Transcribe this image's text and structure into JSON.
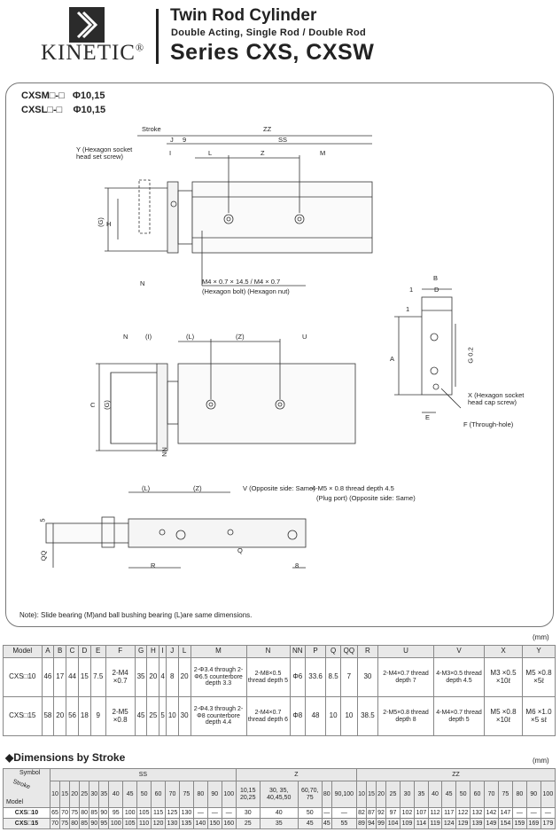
{
  "header": {
    "brand": "KINETIC",
    "registered": "®",
    "title": "Twin Rod Cylinder",
    "subtitle": "Double Acting, Single Rod / Double Rod",
    "series": "Series CXS, CXSW"
  },
  "models": [
    {
      "name": "CXSM□-□",
      "size": "Φ10,15"
    },
    {
      "name": "CXSL□-□",
      "size": "Φ10,15"
    }
  ],
  "drawing_labels": {
    "stroke": "Stroke",
    "zz": "ZZ",
    "ss": "SS",
    "j": "J",
    "nine": "9",
    "i": "I",
    "l": "L",
    "z": "Z",
    "m": "M",
    "hex_socket_set": "Y (Hexagon socket head set screw)",
    "g_paren": "(G)",
    "h": "H",
    "n": "N",
    "m4_note": "M4 × 0.7 × 14.5 / M4 × 0.7",
    "hex_bolt_nut": "(Hexagon bolt)   (Hexagon nut)",
    "b": "B",
    "d": "D",
    "one": "1",
    "a": "A",
    "go2": "G 0.2",
    "hex_cap": "X (Hexagon socket head cap screw)",
    "e": "E",
    "through": "F (Through-hole)",
    "n2": "N",
    "i_paren": "(I)",
    "l_paren": "(L)",
    "z_paren": "(Z)",
    "u": "U",
    "c": "C",
    "g_paren2": "(G)",
    "nn": "NN",
    "l_paren2": "(L)",
    "z_paren2": "(Z)",
    "v_note": "V (Opposite side: Same)",
    "m5_note": "4-M5 × 0.8 thread depth 4.5",
    "plug_note": "(Plug port) (Opposite side: Same)",
    "five": "5",
    "qq": "QQ",
    "q": "Q",
    "r": "R",
    "eight": "8"
  },
  "note": "Note): Slide bearing (M)and ball bushing bearing (L)are same dimensions.",
  "unit": "(mm)",
  "spec_table": {
    "headers": [
      "Model",
      "A",
      "B",
      "C",
      "D",
      "E",
      "F",
      "G",
      "H",
      "I",
      "J",
      "L",
      "M",
      "N",
      "NN",
      "P",
      "Q",
      "QQ",
      "R",
      "U",
      "V",
      "X",
      "Y"
    ],
    "rows": [
      [
        "CXS□10",
        "46",
        "17",
        "44",
        "15",
        "7.5",
        "2-M4 ×0.7",
        "35",
        "20",
        "4",
        "8",
        "20",
        "2-Φ3.4 through 2-Φ6.5 counterbore depth 3.3",
        "2-M8×0.5 thread depth 5",
        "Φ6",
        "33.6",
        "8.5",
        "7",
        "30",
        "2-M4×0.7 thread depth 7",
        "4-M3×0.5 thread depth 4.5",
        "M3 ×0.5 ×10ℓ",
        "M5 ×0.8 ×5ℓ"
      ],
      [
        "CXS□15",
        "58",
        "20",
        "56",
        "18",
        "9",
        "2-M5 ×0.8",
        "45",
        "25",
        "5",
        "10",
        "30",
        "2-Φ4.3 through 2-Φ8 counterbore depth 4.4",
        "2-M4×0.7 thread depth 6",
        "Φ8",
        "48",
        "10",
        "10",
        "38.5",
        "2-M5×0.8 thread depth 8",
        "4-M4×0.7 thread depth 5",
        "M5 ×0.8 ×10ℓ",
        "M6 ×1.0 ×5 sℓ"
      ]
    ]
  },
  "stroke_section": {
    "title": "◆Dimensions by Stroke",
    "unit": "(mm)",
    "corner_symbol": "Symbol",
    "corner_stroke": "Stroke",
    "corner_model": "Model",
    "group_ss": "SS",
    "group_z": "Z",
    "group_zz": "ZZ",
    "ss_strokes": [
      "10",
      "15",
      "20",
      "25",
      "30",
      "35",
      "40",
      "45",
      "50",
      "60",
      "70",
      "75",
      "80",
      "90",
      "100"
    ],
    "z_strokes": [
      "10,15 20,25",
      "30, 35, 40,45,50",
      "60,70, 75",
      "80",
      "90,100"
    ],
    "zz_strokes": [
      "10",
      "15",
      "20",
      "25",
      "30",
      "35",
      "40",
      "45",
      "50",
      "60",
      "70",
      "75",
      "80",
      "90",
      "100"
    ],
    "rows": [
      {
        "model": "CXS□10",
        "ss": [
          "65",
          "70",
          "75",
          "80",
          "85",
          "90",
          "95",
          "100",
          "105",
          "115",
          "125",
          "130",
          "—",
          "—",
          "—"
        ],
        "z": [
          "30",
          "40",
          "50",
          "—",
          "—"
        ],
        "zz": [
          "82",
          "87",
          "92",
          "97",
          "102",
          "107",
          "112",
          "117",
          "122",
          "132",
          "142",
          "147",
          "—",
          "—",
          "—"
        ]
      },
      {
        "model": "CXS□15",
        "ss": [
          "70",
          "75",
          "80",
          "85",
          "90",
          "95",
          "100",
          "105",
          "110",
          "120",
          "130",
          "135",
          "140",
          "150",
          "160"
        ],
        "z": [
          "25",
          "35",
          "45",
          "45",
          "55"
        ],
        "zz": [
          "89",
          "94",
          "99",
          "104",
          "109",
          "114",
          "119",
          "124",
          "129",
          "139",
          "149",
          "154",
          "159",
          "169",
          "179"
        ]
      }
    ]
  }
}
